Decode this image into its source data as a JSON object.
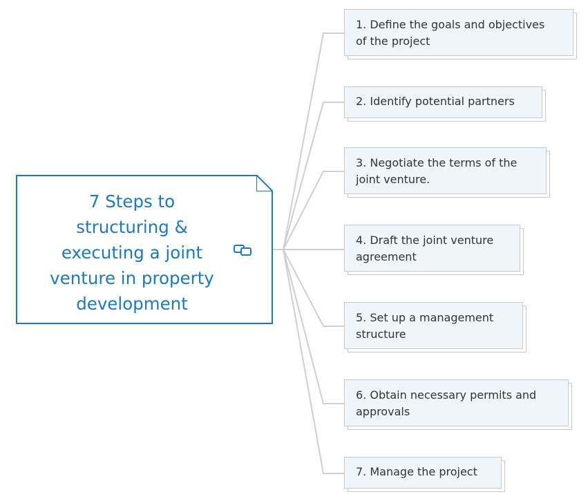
{
  "central": {
    "title": "7 Steps to\nstructuring &\nexecuting a joint\nventure in property\ndevelopment",
    "icon": "link-icon"
  },
  "steps": [
    {
      "label": "1. Define the goals and objectives\nof the project"
    },
    {
      "label": "2. Identify potential partners"
    },
    {
      "label": "3. Negotiate the terms of the\njoint venture."
    },
    {
      "label": "4. Draft the joint venture\nagreement"
    },
    {
      "label": "5. Set up a management\nstructure"
    },
    {
      "label": "6. Obtain necessary permits and\napprovals"
    },
    {
      "label": "7. Manage the project"
    }
  ],
  "colors": {
    "accent": "#1a7abf",
    "node_fill": "#eef5fb",
    "node_border": "#c9c9c9",
    "connector": "#cfcfcf",
    "text": "#333333"
  }
}
